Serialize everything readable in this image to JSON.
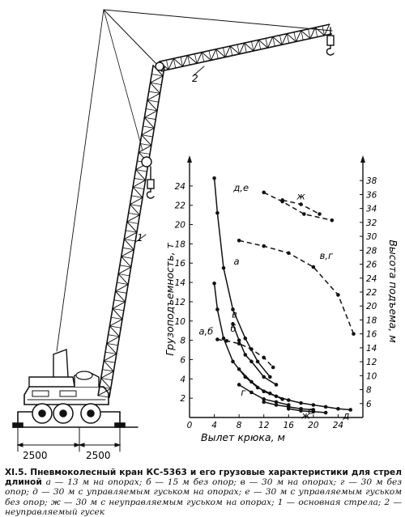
{
  "figure": {
    "number": "XI.5.",
    "title": "Пневмоколесный кран КС-5363 и его грузовые характеристики для стрел длиной",
    "caption_body": "а — 13 м на опорах; б — 15 м без опор; в — 30 м на опорах; г — 30 м без опор; д — 30 м с управляемым гуськом на опорах; е — 30 м с управляемым гуськом без опор; ж — 30 м с неуправляемым гуськом на опорах; 1 — основная стрела; 2 — неуправляемый гусек"
  },
  "drawing": {
    "callout_1": "1",
    "callout_2": "2",
    "dimension_left": "2500",
    "dimension_right": "2500"
  },
  "chart_data": {
    "type": "line",
    "xlabel": "Вылет крюка, м",
    "ylabel_left": "Грузоподъемность, т",
    "ylabel_right": "Высота подъема, м",
    "x_ticks": [
      "0",
      "4",
      "8",
      "12",
      "16",
      "20",
      "24"
    ],
    "y_left_ticks": [
      "2",
      "4",
      "6",
      "8",
      "10",
      "12",
      "14",
      "16",
      "18",
      "20",
      "22",
      "24"
    ],
    "y_right_ticks": [
      "6",
      "8",
      "10",
      "12",
      "14",
      "16",
      "18",
      "20",
      "22",
      "24",
      "26",
      "28",
      "30",
      "32",
      "34",
      "36",
      "38"
    ],
    "xlim": [
      0,
      28
    ],
    "ylim_left": [
      0,
      26
    ],
    "ylim_right": [
      4,
      40
    ],
    "series": [
      {
        "name": "а",
        "axis": "left",
        "style": "solid",
        "x": [
          4,
          4.5,
          5.5,
          7,
          9,
          11,
          13
        ],
        "y": [
          24.8,
          21.2,
          15.5,
          11.2,
          8.2,
          5.8,
          4.2
        ]
      },
      {
        "name": "б",
        "axis": "left",
        "style": "solid",
        "x": [
          4,
          4.5,
          5.5,
          7,
          9,
          11,
          13,
          15
        ],
        "y": [
          13.9,
          11.2,
          8.2,
          5.8,
          4.2,
          3.1,
          2.5,
          1.9
        ]
      },
      {
        "name": "в",
        "axis": "left",
        "style": "solid",
        "x": [
          7,
          8,
          9,
          10,
          12,
          14
        ],
        "y": [
          9.7,
          8,
          6.5,
          5.8,
          4.2,
          3.4
        ]
      },
      {
        "name": "г",
        "axis": "left",
        "style": "solid",
        "x": [
          8,
          10,
          12,
          14,
          16
        ],
        "y": [
          3.4,
          2.6,
          1.9,
          1.6,
          1.3
        ]
      },
      {
        "name": "д",
        "axis": "left",
        "style": "solid",
        "x": [
          8,
          10,
          12,
          14,
          16,
          18,
          20,
          22,
          24,
          26
        ],
        "y": [
          5,
          3.7,
          2.7,
          2.2,
          1.8,
          1.5,
          1.3,
          1.1,
          0.9,
          0.8
        ]
      },
      {
        "name": "е",
        "axis": "left",
        "style": "solid",
        "x": [
          12,
          14,
          16,
          18,
          20
        ],
        "y": [
          1.6,
          1.3,
          1.1,
          0.9,
          0.8
        ]
      },
      {
        "name": "ж",
        "axis": "left",
        "style": "solid",
        "x": [
          16,
          18,
          20,
          22
        ],
        "y": [
          0.9,
          0.7,
          0.6,
          0.5
        ]
      },
      {
        "name": "а,б",
        "axis": "right",
        "style": "dashed",
        "x": [
          4.5,
          6,
          8,
          10,
          12,
          13.5
        ],
        "y": [
          15.2,
          15,
          14.6,
          13.8,
          12.6,
          11.2
        ]
      },
      {
        "name": "в,г",
        "axis": "right",
        "style": "dashed",
        "x": [
          8,
          12,
          16,
          20,
          24,
          26.5
        ],
        "y": [
          29.4,
          28.6,
          27.6,
          25.6,
          21.6,
          16
        ]
      },
      {
        "name": "д,е",
        "axis": "right",
        "style": "dashed",
        "x": [
          12,
          15,
          18.5,
          23
        ],
        "y": [
          36.3,
          35,
          33.2,
          32.3
        ]
      },
      {
        "name": "ж",
        "axis": "right",
        "style": "dashed",
        "x": [
          15,
          18,
          21
        ],
        "y": [
          35.2,
          34.6,
          33.2
        ]
      }
    ]
  }
}
